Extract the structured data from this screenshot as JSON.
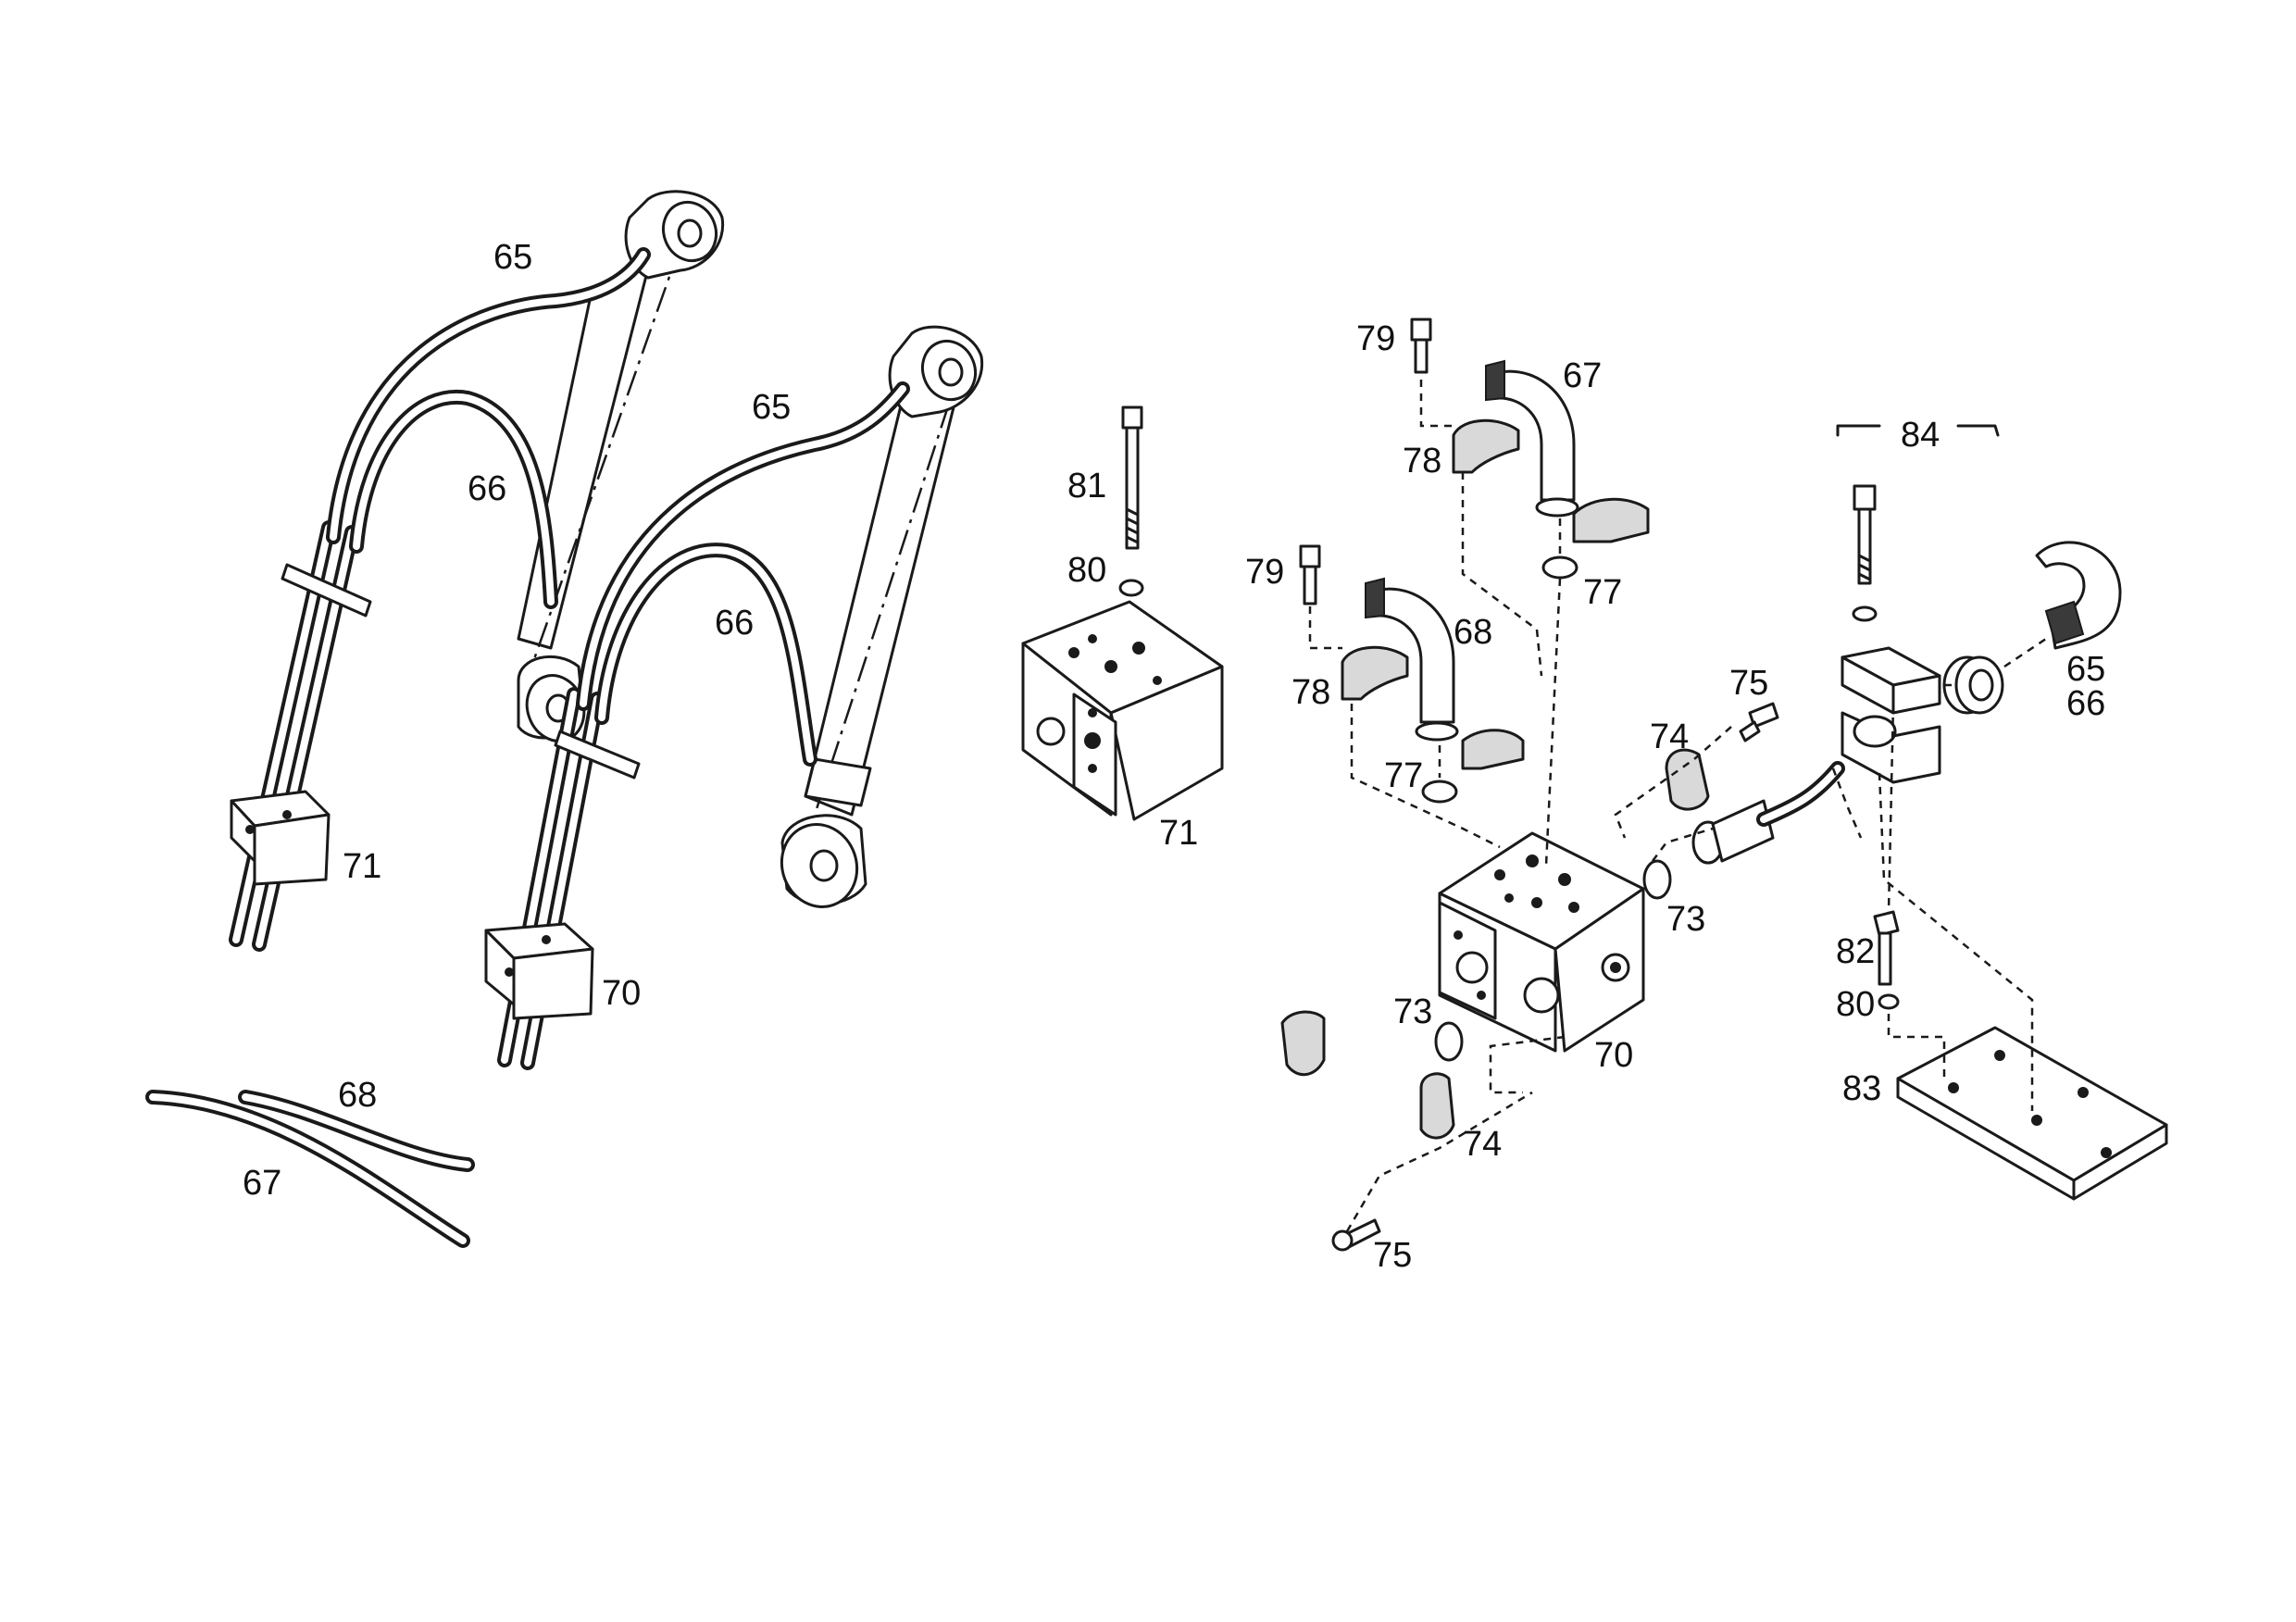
{
  "labels": {
    "hose_65_left": "65",
    "hose_65_mid": "65",
    "hose_66_left": "66",
    "hose_66_mid": "66",
    "block_71_left": "71",
    "block_70_left": "70",
    "hose_68_loose": "68",
    "hose_67_loose": "67",
    "bolt_81": "81",
    "washer_80_top": "80",
    "block_71_exploded": "71",
    "screw_79_upper": "79",
    "screw_79_lower": "79",
    "clamp_78_upper": "78",
    "clamp_78_lower": "78",
    "elbow_67": "67",
    "elbow_68": "68",
    "oring_77_upper": "77",
    "oring_77_lower": "77",
    "screw_75_upper": "75",
    "screw_75_lower": "75",
    "clamp_74_upper": "74",
    "clamp_74_lower": "74",
    "oring_73_right": "73",
    "oring_73_left": "73",
    "block_70_exploded": "70",
    "group_84": "84",
    "fitting_65": "65",
    "fitting_66": "66",
    "bolt_82": "82",
    "washer_80_bottom": "80",
    "plate_83": "83"
  }
}
